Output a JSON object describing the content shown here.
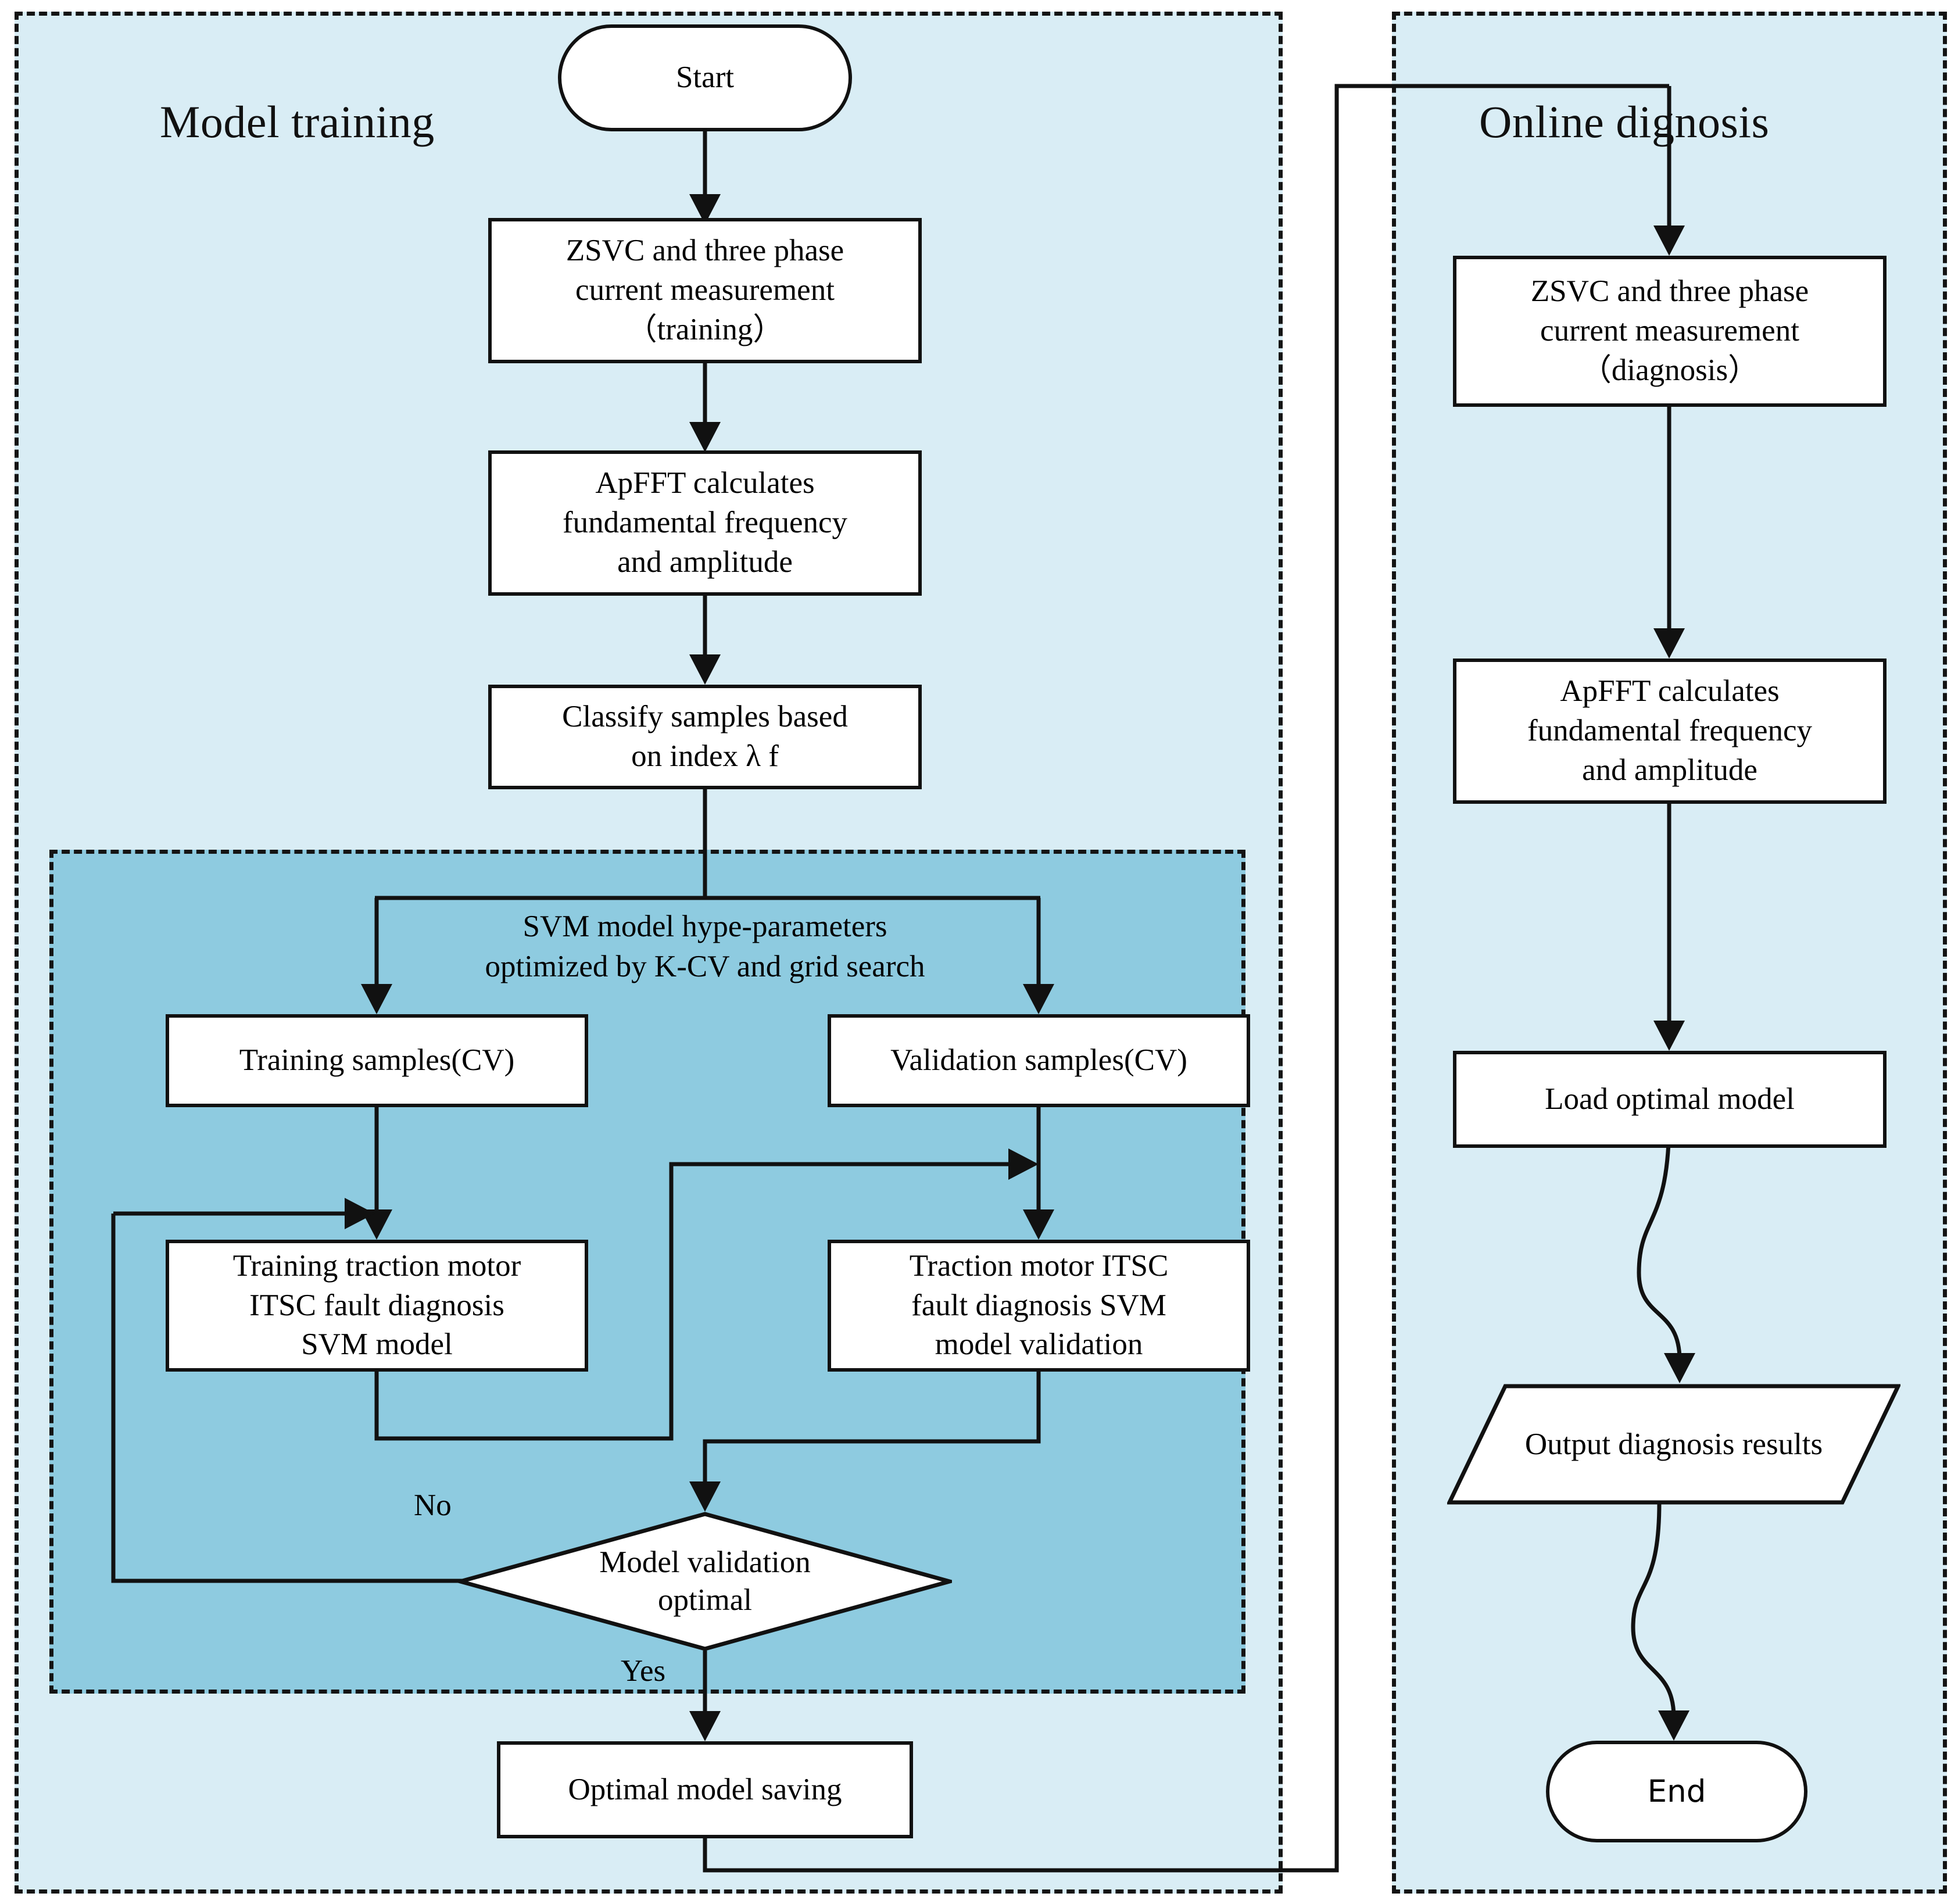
{
  "figure": {
    "type": "flowchart",
    "panels": [
      {
        "id": "training",
        "title": "Model training"
      },
      {
        "id": "online",
        "title": "Online dignosis"
      }
    ],
    "colors": {
      "panel_background": "#d9edf5",
      "inner_panel_background": "#8ecbe0",
      "node_fill": "#ffffff",
      "line": "#111111"
    }
  },
  "training": {
    "start": {
      "label": "Start"
    },
    "measure": {
      "line1": "ZSVC and three phase",
      "line2": "current measurement",
      "line3": "（training）"
    },
    "apfft": {
      "line1": "ApFFT  calculates",
      "line2": "fundamental frequency",
      "line3": "and amplitude"
    },
    "classify": {
      "line1": "Classify samples based",
      "line2": "on index  λ f"
    },
    "hyperparams": {
      "line1": "SVM model hype-parameters",
      "line2": "optimized by K-CV and grid search"
    },
    "training_samples": {
      "label": "Training samples(CV)"
    },
    "validation_samples": {
      "label": "Validation samples(CV)"
    },
    "train_model": {
      "line1": "Training traction motor",
      "line2": "ITSC fault diagnosis",
      "line3": "SVM  model"
    },
    "validate_model": {
      "line1": "Traction motor ITSC",
      "line2": "fault diagnosis SVM",
      "line3": "model validation"
    },
    "decision": {
      "line1": "Model validation",
      "line2": "optimal",
      "branch_no": "No",
      "branch_yes": "Yes"
    },
    "save_model": {
      "label": "Optimal model saving"
    }
  },
  "online": {
    "measure": {
      "line1": "ZSVC and three phase",
      "line2": "current measurement",
      "line3": "（diagnosis）"
    },
    "apfft": {
      "line1": "ApFFT  calculates",
      "line2": "fundamental frequency",
      "line3": "and amplitude"
    },
    "load_model": {
      "label": "Load  optimal model"
    },
    "output": {
      "label": "Output diagnosis results"
    },
    "end": {
      "label": "End"
    }
  }
}
